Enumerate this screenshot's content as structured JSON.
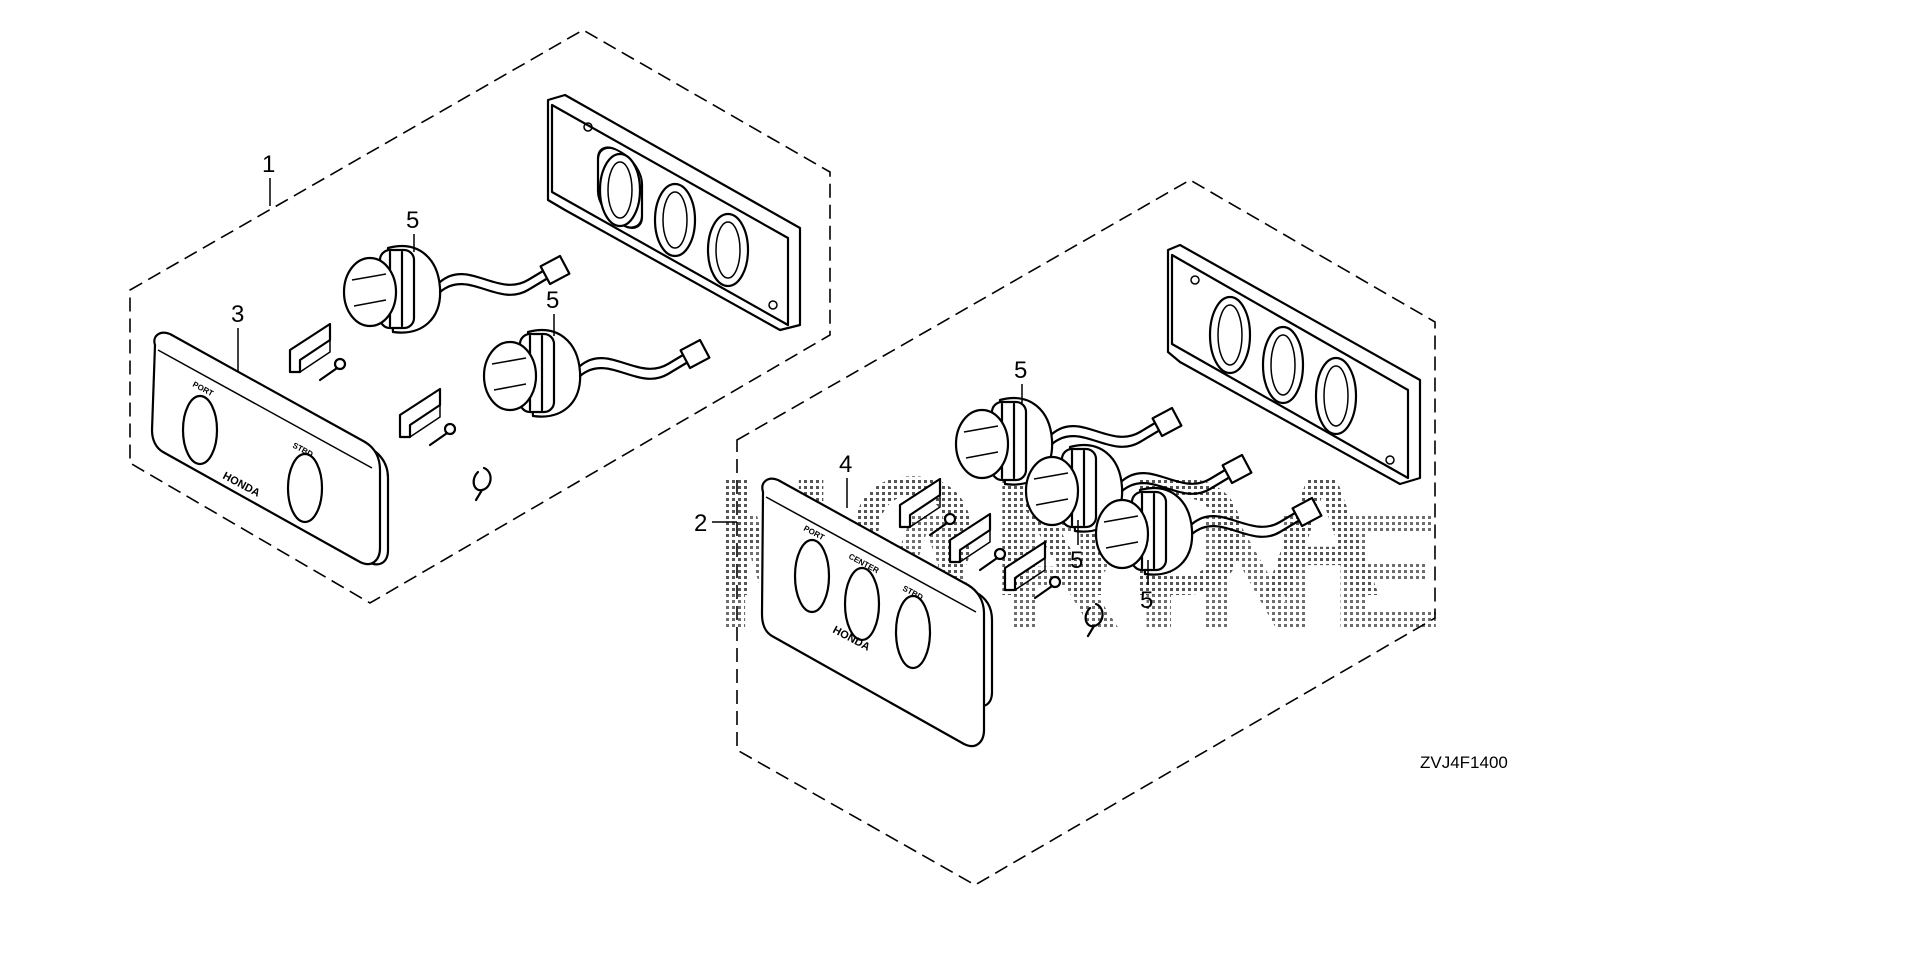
{
  "diagram": {
    "callouts": {
      "c1": "1",
      "c2": "2",
      "c3": "3",
      "c4": "4",
      "c5a": "5",
      "c5b": "5",
      "c5c": "5",
      "c5d": "5",
      "c5e": "5"
    },
    "panel_labels": {
      "port": "PORT",
      "stbd": "STBD",
      "center": "CENTER",
      "brand": "HONDA"
    },
    "watermark": [
      "HONDA",
      "MARINE"
    ],
    "drawing_code": "ZVJ4F1400"
  }
}
